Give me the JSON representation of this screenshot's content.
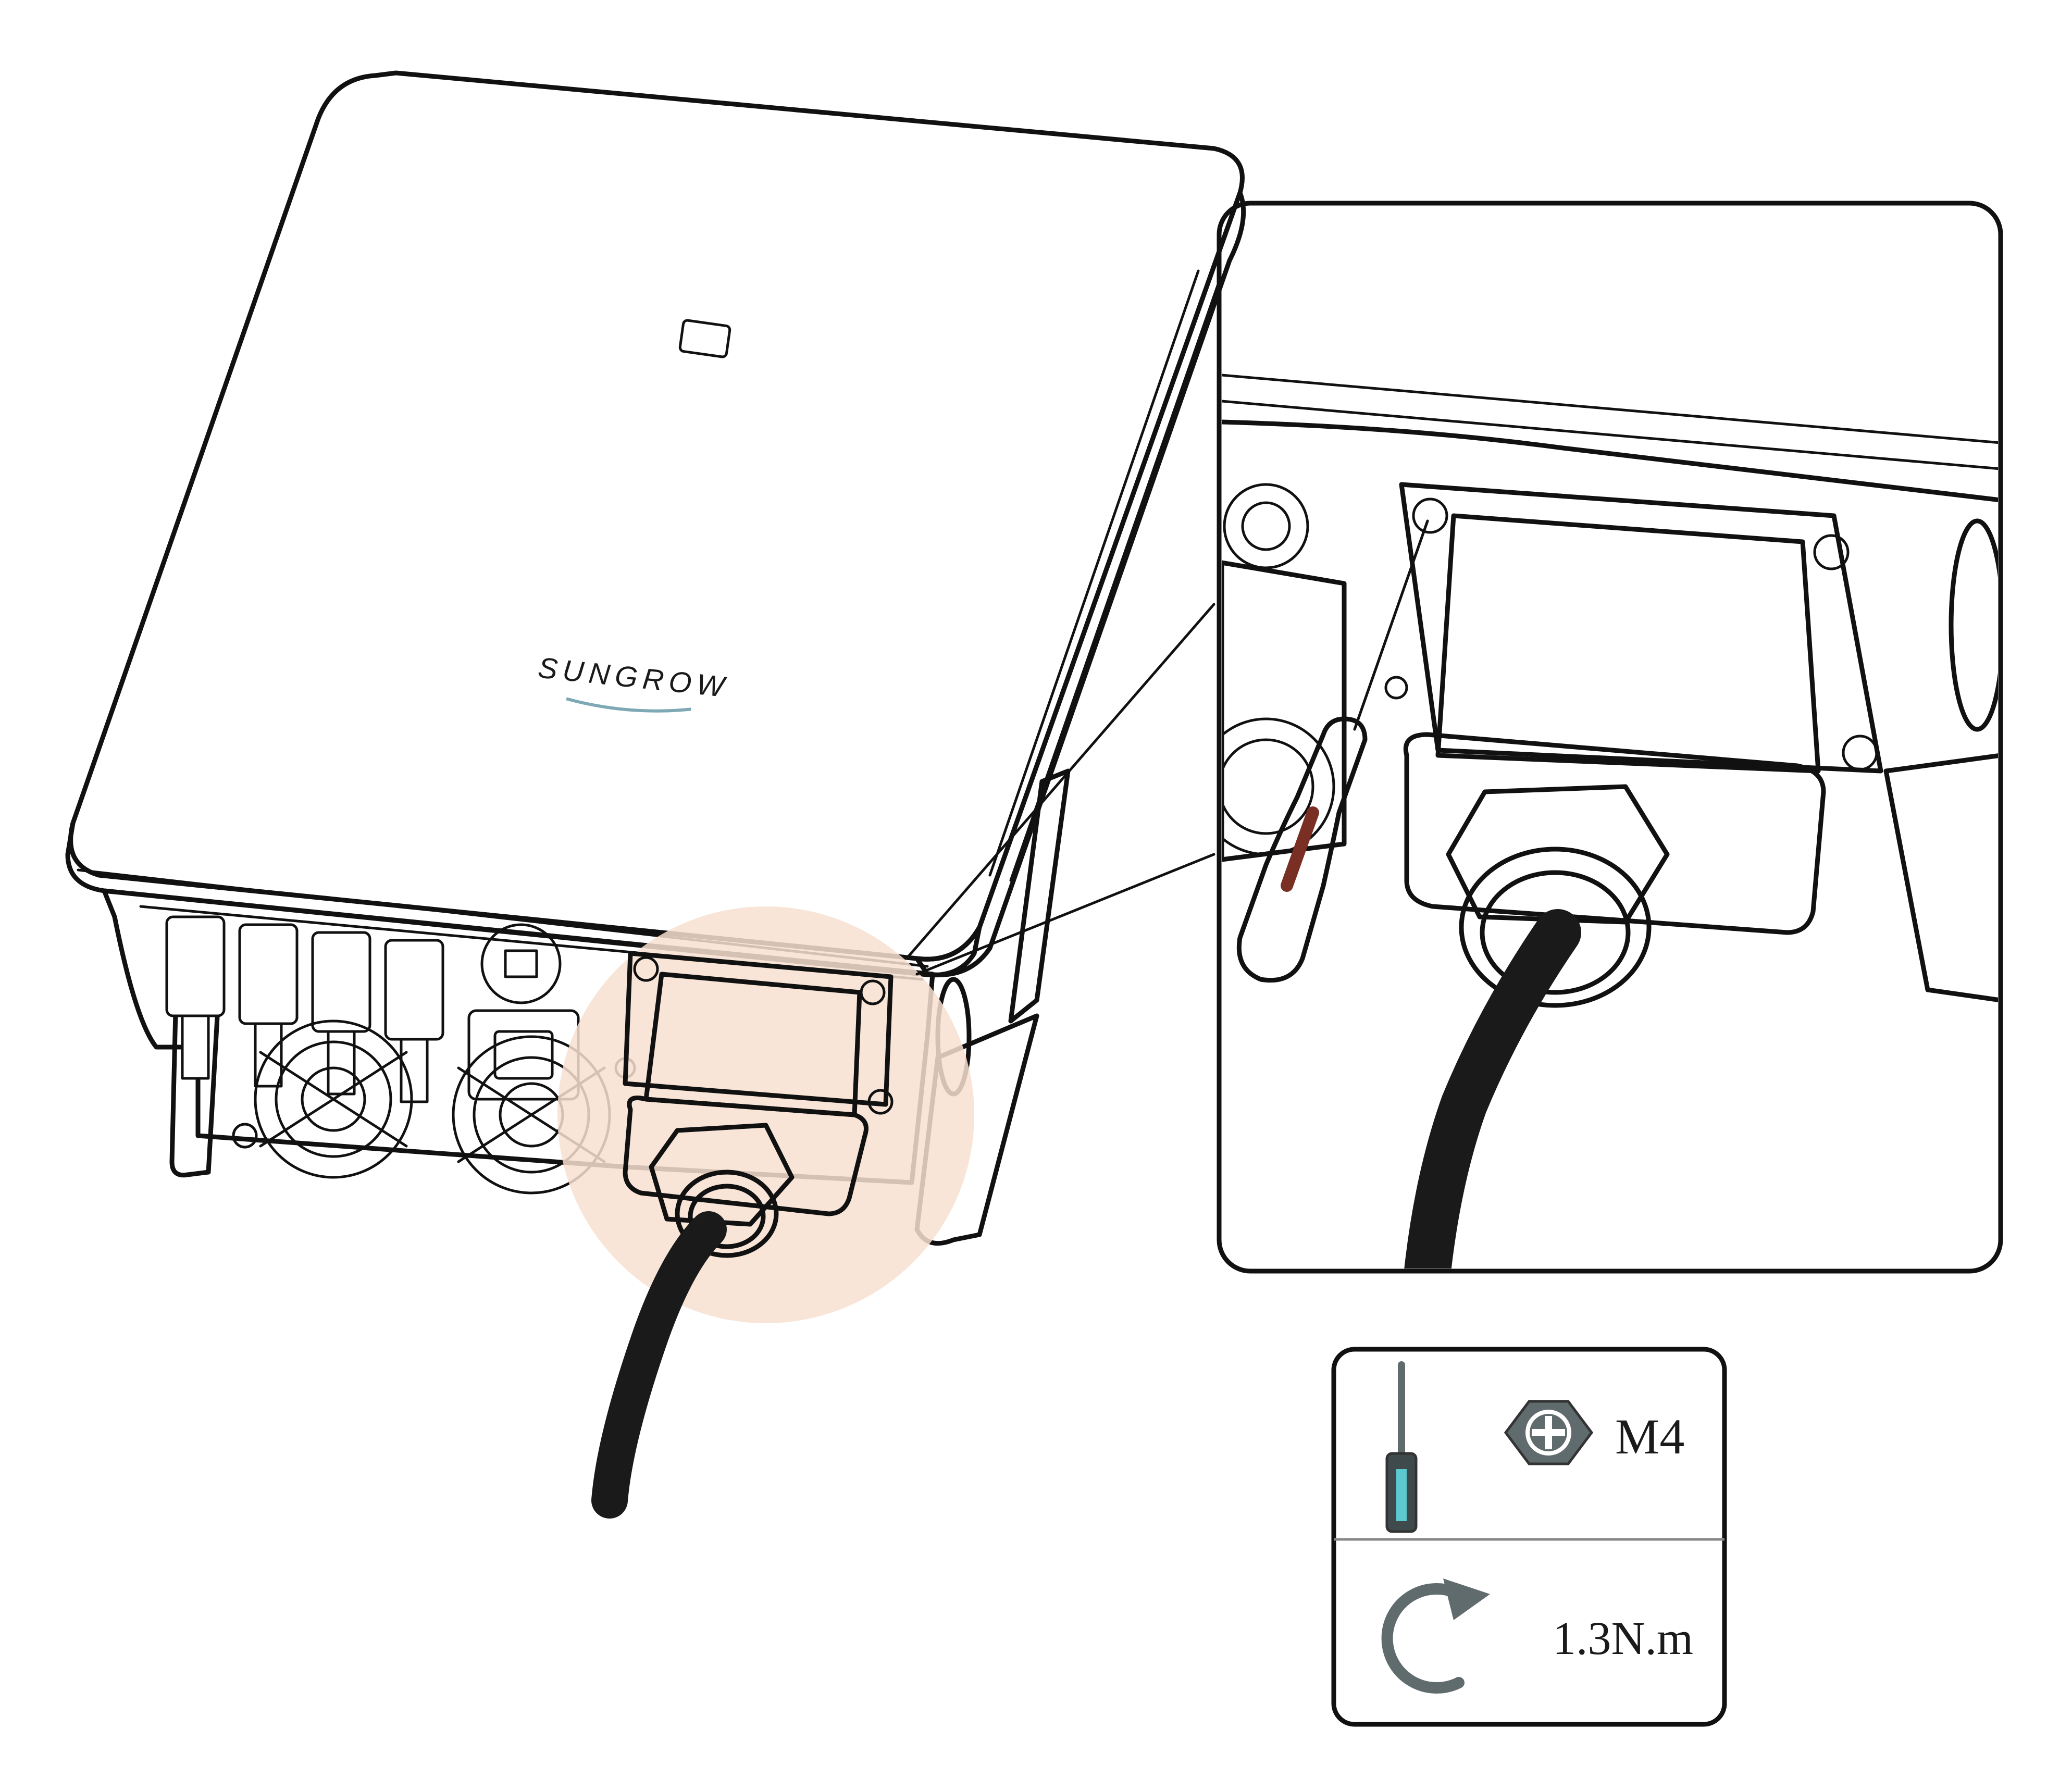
{
  "product": {
    "brand_label": "SUNGROW"
  },
  "legend": {
    "screw_spec": "M4",
    "torque_spec": "1.3N.m",
    "tool_icon": "screwdriver-icon",
    "screw_icon": "phillips-screw-head-icon",
    "torque_icon": "clockwise-rotation-icon"
  },
  "colors": {
    "outline": "#111111",
    "highlight_circle": "#f7e0d0",
    "connector_fill": "#d9d1c6",
    "detail_connector_fill": "#dde2e2",
    "screwdriver_handle": "#b5503c",
    "screwdriver_tip_accent": "#5cc9cf",
    "cable": "#1a1a1a",
    "legend_icon": "#5f6b6d"
  }
}
